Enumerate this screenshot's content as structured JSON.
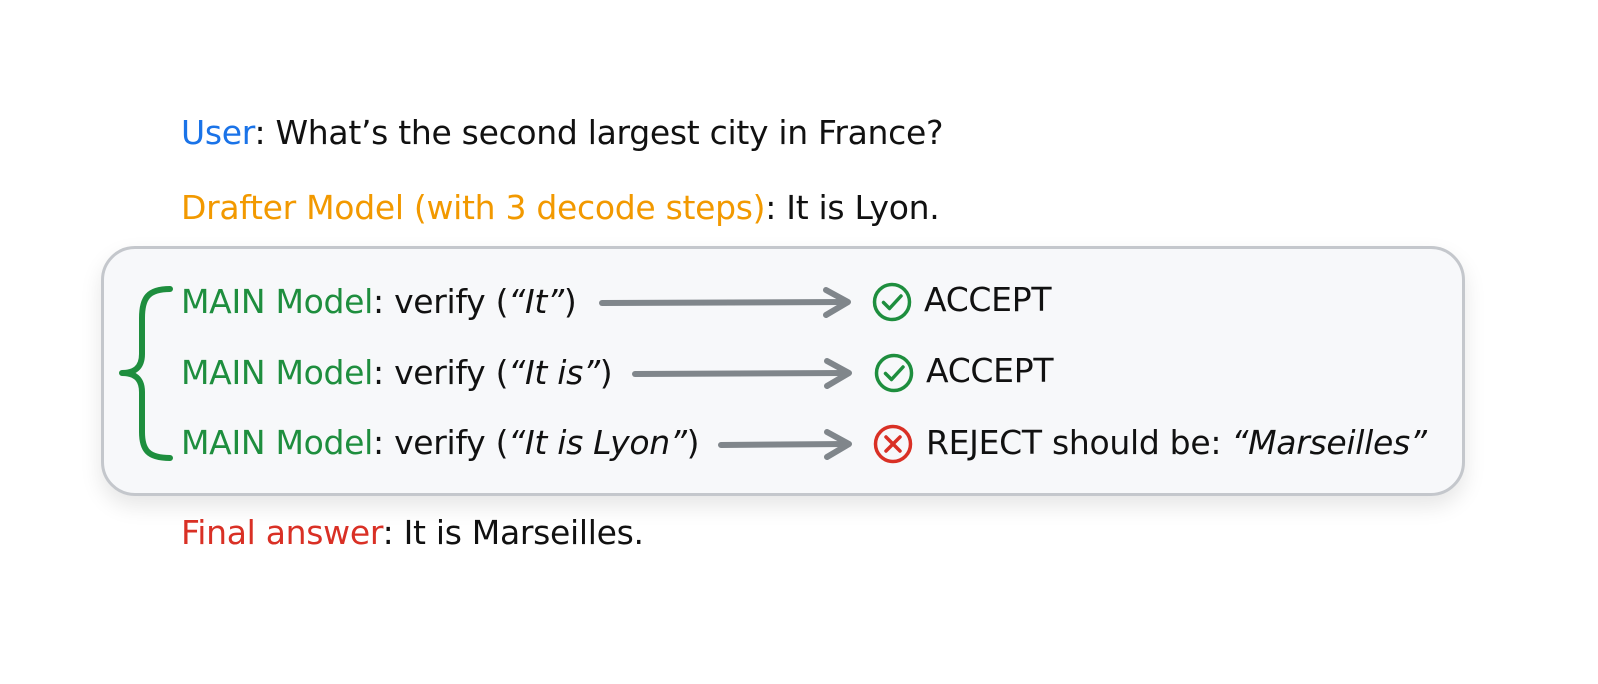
{
  "user_line": {
    "speaker": "User",
    "sep": ": ",
    "text": "What’s the second largest city in France?"
  },
  "drafter_line": {
    "speaker": "Drafter Model (with 3 decode steps)",
    "sep": ": ",
    "text": "It is Lyon."
  },
  "verify_rows": [
    {
      "speaker": "MAIN Model",
      "sep": ": ",
      "verb": "verify (",
      "quoted": "“It”",
      "close": ")",
      "status": "ACCEPT",
      "status_icon": "check-circle-icon"
    },
    {
      "speaker": "MAIN Model",
      "sep": ": ",
      "verb": "verify (",
      "quoted": "“It is”",
      "close": ")",
      "status": "ACCEPT",
      "status_icon": "check-circle-icon"
    },
    {
      "speaker": "MAIN Model",
      "sep": ": ",
      "verb": "verify (",
      "quoted": "“It is Lyon”",
      "close": ")",
      "status": "REJECT should be: ",
      "status_quoted": "“Marseilles”",
      "status_icon": "x-circle-icon"
    }
  ],
  "final_line": {
    "speaker": "Final answer",
    "sep": ": ",
    "text": "It is Marseilles."
  },
  "colors": {
    "user": "#1a73e8",
    "drafter": "#f29900",
    "main": "#1e8e3e",
    "final": "#d93025",
    "accept": "#1e8e3e",
    "reject": "#d93025",
    "arrow": "#80868b",
    "box_border": "#c4c7cc"
  }
}
